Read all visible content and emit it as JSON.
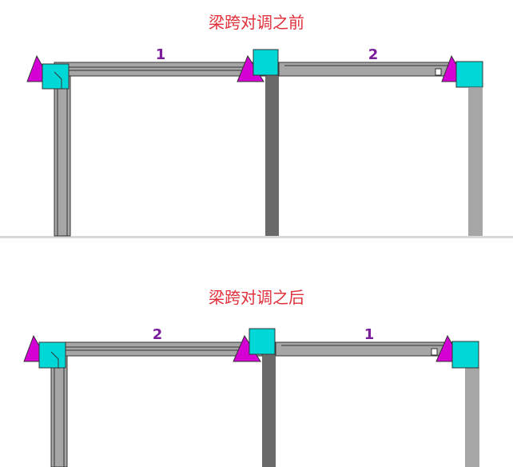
{
  "panels": [
    {
      "title": "梁跨对调之前",
      "span_labels": [
        "1",
        "2"
      ]
    },
    {
      "title": "梁跨对调之后",
      "span_labels": [
        "2",
        "1"
      ]
    }
  ],
  "colors": {
    "title": "#e0303a",
    "column_light": "#a6a6a6",
    "column_dark": "#6a6a6a",
    "beam": "#a6a6a6",
    "support_cap": "#00d8d8",
    "support_triangle": "#d400d4",
    "span_label": "#7a1e9a",
    "divider": "#d9d9d9"
  }
}
